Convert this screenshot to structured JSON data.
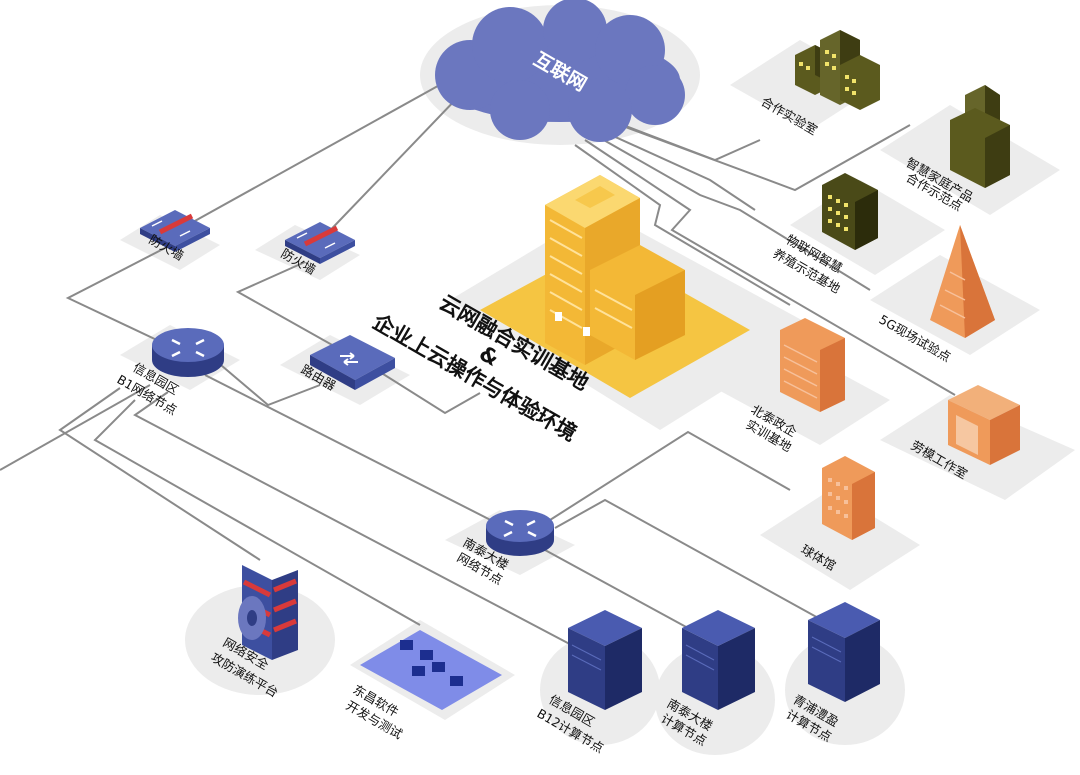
{
  "cloud": {
    "label": "互联网"
  },
  "center": {
    "title_line1": "云网融合实训基地",
    "title_line2": "&",
    "title_line3": "企业上云操作与体验环境"
  },
  "nodes": {
    "firewall_left": {
      "line1": "防火墙"
    },
    "firewall_right": {
      "line1": "防火墙"
    },
    "router_b1": {
      "line1": "信息园区",
      "line2": "B1网络节点"
    },
    "router_main": {
      "line1": "路由器"
    },
    "router_nantai": {
      "line1": "南泰大楼",
      "line2": "网络节点"
    },
    "coop_lab": {
      "line1": "合作实验室"
    },
    "smart_home": {
      "line1": "智慧家庭产品",
      "line2": "合作示范点"
    },
    "iot_farm": {
      "line1": "物联网智慧",
      "line2": "养殖示范基地"
    },
    "g5_site": {
      "line1": "5G现场试验点"
    },
    "beitai": {
      "line1": "北泰政企",
      "line2": "实训基地"
    },
    "model_worker": {
      "line1": "劳模工作室"
    },
    "stadium": {
      "line1": "球体馆"
    },
    "security_platform": {
      "line1": "网络安全",
      "line2": "攻防演练平台"
    },
    "dongchang": {
      "line1": "东昌软件",
      "line2": "开发与测试"
    },
    "server_b12": {
      "line1": "信息园区",
      "line2": "B12计算节点"
    },
    "server_nantai": {
      "line1": "南泰大楼",
      "line2": "计算节点"
    },
    "server_qingpu": {
      "line1": "青浦澧盈",
      "line2": "计算节点"
    }
  },
  "colors": {
    "cloud": "#6b77bf",
    "network_blue": "#3d4fa0",
    "gold": "#f5c542",
    "orange": "#ef9a5a",
    "olive": "#5b5a1e",
    "link": "#8a8a8a",
    "shadow": "#ececec",
    "firewall_red": "#d93a3a"
  },
  "icons": {
    "cloud": "cloud-icon",
    "firewall": "firewall-icon",
    "router": "router-icon",
    "switch": "switch-icon",
    "server": "server-icon",
    "building": "building-icon"
  }
}
